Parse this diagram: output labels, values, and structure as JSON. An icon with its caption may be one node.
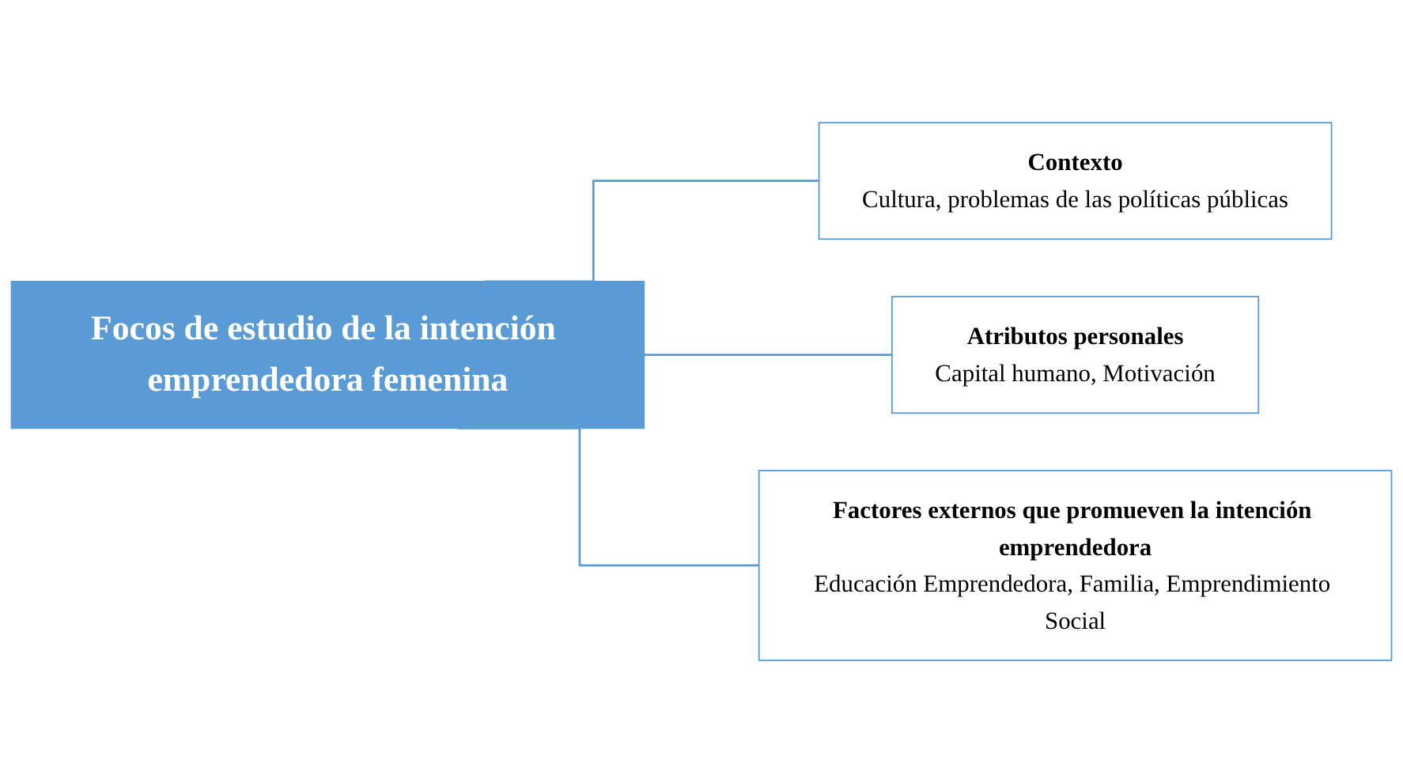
{
  "diagram": {
    "nodes": [
      {
        "text": [
          "Focos de estudio de la intención emprendedora femenina"
        ]
      },
      {
        "text": [
          "Contexto",
          "Cultura,  problemas de las políticas públicas"
        ]
      },
      {
        "text": [
          "Atributos personales",
          "Capital humano, Motivación"
        ]
      },
      {
        "text": [
          "Factores externos que promueven la intención emprendedora",
          "Educación Emprendedora, Familia, Emprendimiento Social"
        ]
      }
    ],
    "edges": [
      {
        "from": 0,
        "to": 1,
        "arrow": "none"
      },
      {
        "from": 0,
        "to": 2,
        "arrow": "none"
      },
      {
        "from": 0,
        "to": 3,
        "arrow": "none"
      }
    ]
  }
}
